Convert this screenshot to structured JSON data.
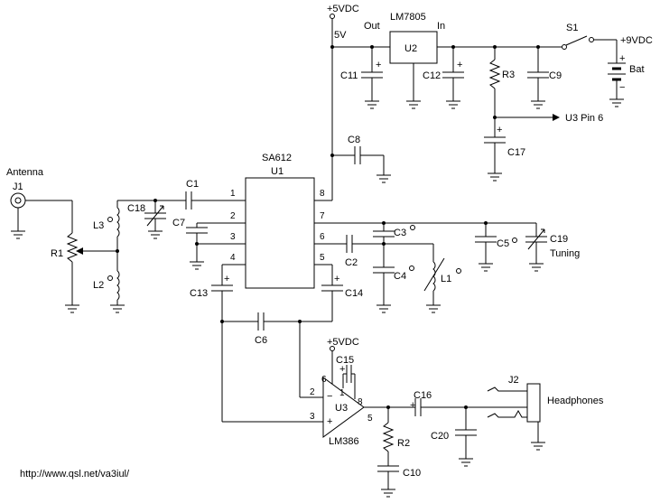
{
  "labels": {
    "supply_top": "+5VDC",
    "lm7805": "LM7805",
    "out": "Out",
    "in": "In",
    "u2": "U2",
    "five_v": "5V",
    "s1": "S1",
    "plus9": "+9VDC",
    "bat": "Bat",
    "c11": "C11",
    "c12": "C12",
    "r3": "R3",
    "c9": "C9",
    "u3pin6": "U3 Pin 6",
    "c17": "C17",
    "c8": "C8",
    "sa612": "SA612",
    "u1": "U1",
    "antenna": "Antenna",
    "j1": "J1",
    "c1": "C1",
    "c18": "C18",
    "l3": "L3",
    "r1": "R1",
    "l2": "L2",
    "c7": "C7",
    "c3": "C3",
    "c5": "C5",
    "c19": "C19",
    "tuning": "Tuning",
    "c2": "C2",
    "c4": "C4",
    "l1": "L1",
    "c13": "C13",
    "c14": "C14",
    "c6": "C6",
    "supply_lm386": "+5VDC",
    "c15": "C15",
    "u3": "U3",
    "lm386": "LM386",
    "r2": "R2",
    "c10": "C10",
    "c16": "C16",
    "c20": "C20",
    "j2": "J2",
    "headphones": "Headphones",
    "url": "http://www.qsl.net/va3iul/"
  },
  "pins": {
    "u1_1": "1",
    "u1_2": "2",
    "u1_3": "3",
    "u1_4": "4",
    "u1_5": "5",
    "u1_6": "6",
    "u1_7": "7",
    "u1_8": "8",
    "u3_2": "2",
    "u3_3": "3",
    "u3_5": "5",
    "u3_6": "6",
    "u3_1": "1",
    "u3_8": "8"
  },
  "symbols": {
    "plus": "+",
    "minus": "−",
    "bat_plus": "+",
    "bat_minus": "−",
    "inverting": "−",
    "non_inverting": "+"
  }
}
